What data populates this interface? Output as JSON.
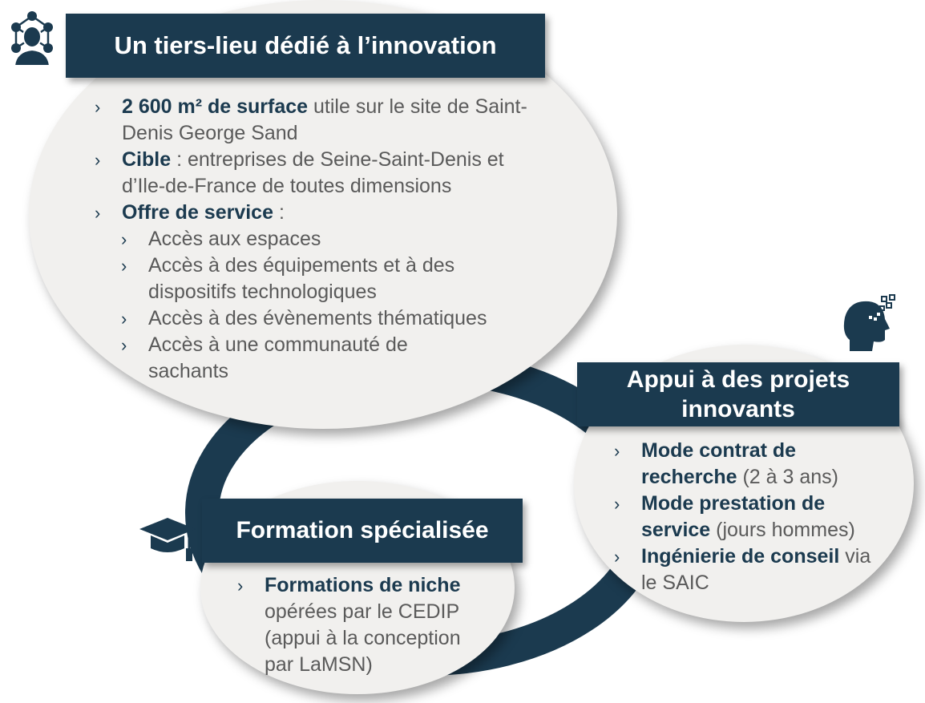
{
  "colors": {
    "navy": "#1b3a4f",
    "bubble": "#f1f0ee",
    "text": "#5a5a5a"
  },
  "innovation": {
    "icon": "network-person-icon",
    "title": "Un tiers-lieu dédié à l’innovation",
    "items": [
      {
        "bold": "2 600 m² de surface",
        "rest": " utile sur le site de Saint-Denis George Sand"
      },
      {
        "bold": "Cible",
        "rest": " : entreprises de Seine-Saint-Denis et d’Ile-de-France de toutes dimensions"
      },
      {
        "bold": "Offre de service",
        "rest": " :"
      }
    ],
    "subitems": [
      "Accès aux espaces",
      "Accès à des équipements et à des dispositifs technologiques",
      "Accès à des évènements thématiques",
      "Accès à une communauté de sachants"
    ]
  },
  "projects": {
    "icon": "digital-head-icon",
    "title": "Appui à des projets innovants",
    "items": [
      {
        "bold": "Mode contrat de recherche",
        "rest": " (2 à 3 ans)"
      },
      {
        "bold": "Mode prestation de service",
        "rest": " (jours hommes)"
      },
      {
        "bold": "Ingénierie de conseil",
        "rest": " via le SAIC"
      }
    ]
  },
  "training": {
    "icon": "graduation-cap-icon",
    "title": "Formation spécialisée",
    "items": [
      {
        "bold": "Formations de niche",
        "rest": " opérées par le CEDIP (appui à la conception par LaMSN)"
      }
    ]
  }
}
